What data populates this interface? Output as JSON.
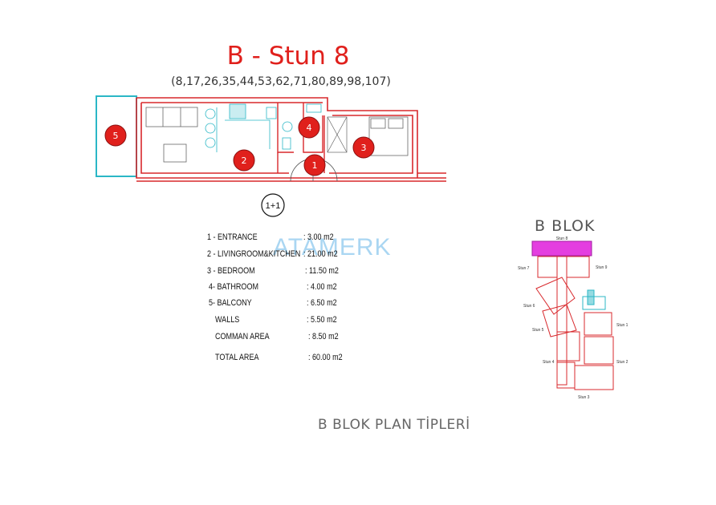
{
  "header": {
    "title": "B - Stun 8",
    "subtitle": "(8,17,26,35,44,53,62,71,80,89,98,107)"
  },
  "plan": {
    "rooms": [
      {
        "num": "1"
      },
      {
        "num": "2"
      },
      {
        "num": "3"
      },
      {
        "num": "4"
      },
      {
        "num": "5"
      }
    ],
    "type_badge": "1+1"
  },
  "area_table": {
    "rows": [
      {
        "label": "1 - ENTRANCE",
        "value": ": 3.00 m2"
      },
      {
        "label": "2 - LIVINGROOM&KITCHEN",
        "value": ": 21.00 m2"
      },
      {
        "label": "3 - BEDROOM",
        "value": ": 11.50 m2"
      },
      {
        "label": "4- BATHROOM",
        "value": ": 4.00 m2"
      },
      {
        "label": "5- BALCONY",
        "value": ": 6.50 m2"
      },
      {
        "label": "WALLS",
        "value": ": 5.50 m2"
      },
      {
        "label": "COMMAN AREA",
        "value": ": 8.50 m2"
      },
      {
        "label": "TOTAL AREA",
        "value": ": 60.00 m2"
      }
    ]
  },
  "watermark": "ATAMERK",
  "block_plan": {
    "title": "B BLOK",
    "highlight_label": "Stun 8",
    "labels": [
      "Stun 7",
      "Stun 9",
      "Stun 6",
      "Stun 5",
      "Stun 1",
      "Stun 4",
      "Stun 2",
      "Stun 3"
    ]
  },
  "footer": "B BLOK PLAN TİPLERİ",
  "colors": {
    "accent_red": "#e0201c",
    "wall_red": "#d8282c",
    "balcony_cyan": "#2bb7c6",
    "highlight_magenta": "#e43ee0",
    "watermark_blue": "#9ccff0"
  }
}
